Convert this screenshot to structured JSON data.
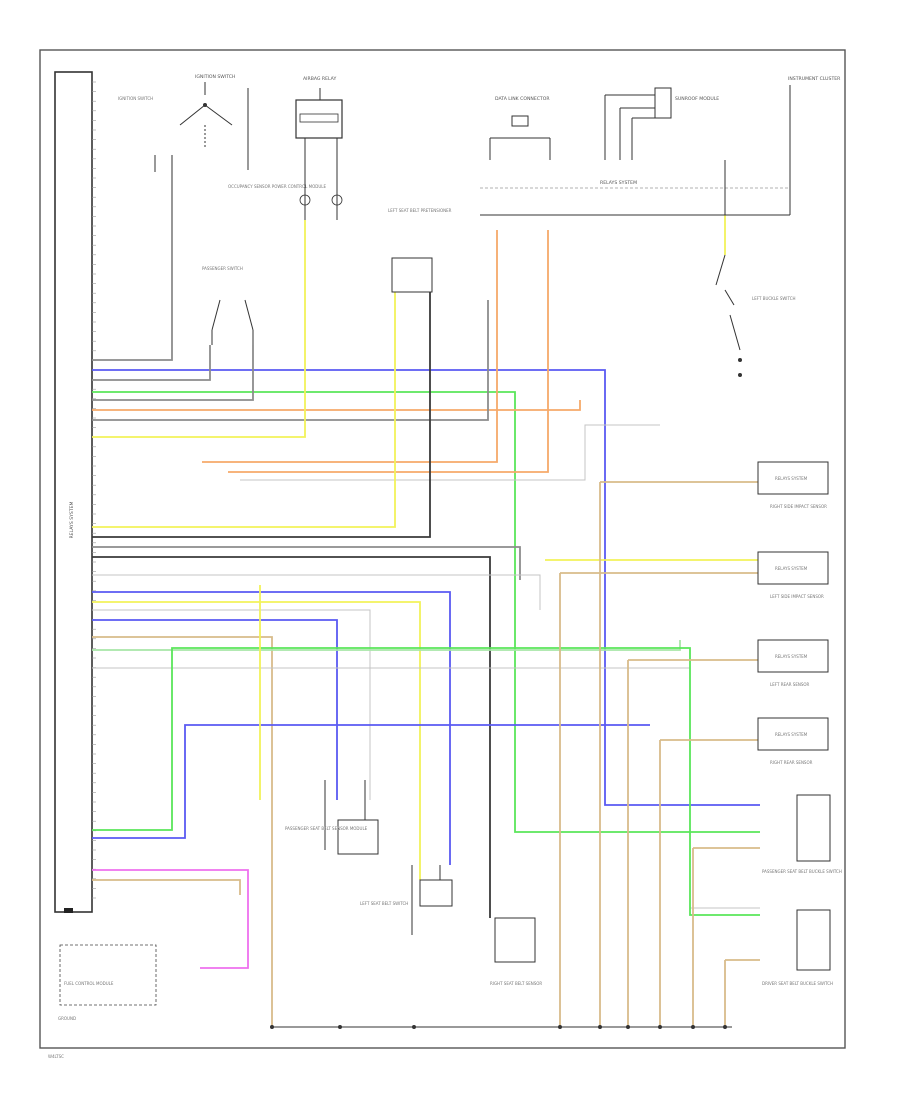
{
  "diagram": {
    "module": {
      "label": "RELAYS SYSTEM",
      "pin_count": 86
    },
    "components": [
      {
        "id": "ignition_switch",
        "label": "IGNITION SWITCH"
      },
      {
        "id": "ignition_run_switch",
        "label": "IGNITION SWITCH"
      },
      {
        "id": "top_relay",
        "label": "AIRBAG RELAY"
      },
      {
        "id": "occupancy_sensor",
        "label": "OCCUPANCY SENSOR POWER CONTROL MODULE"
      },
      {
        "id": "data_link",
        "label": "DATA LINK CONNECTOR"
      },
      {
        "id": "sunroof_module",
        "label": "SUNROOF MODULE"
      },
      {
        "id": "instrument_cluster",
        "label": "INSTRUMENT CLUSTER"
      },
      {
        "id": "lr_pretensioner",
        "label": "LEFT SEAT BELT PRETENSIONER"
      },
      {
        "id": "relays_label",
        "label": "RELAYS SYSTEM"
      },
      {
        "id": "passenger_switch",
        "label": "PASSENGER SWITCH"
      },
      {
        "id": "left_front_switch",
        "label": "LEFT BUCKLE SWITCH"
      },
      {
        "id": "pass_seat_module",
        "label": "PASSENGER SEAT BELT SENSOR MODULE"
      },
      {
        "id": "left_seat_module",
        "label": "LEFT SEAT BELT SWITCH"
      },
      {
        "id": "right_seat_module",
        "label": "RIGHT SEAT BELT SENSOR"
      },
      {
        "id": "fuel_module",
        "label": "FUEL CONTROL MODULE"
      },
      {
        "id": "ground_note",
        "label": "GROUND"
      }
    ],
    "right_modules": [
      {
        "id": "rm1",
        "label": "RELAYS SYSTEM",
        "caption": "RIGHT SIDE IMPACT SENSOR"
      },
      {
        "id": "rm2",
        "label": "RELAYS SYSTEM",
        "caption": "LEFT SIDE IMPACT SENSOR"
      },
      {
        "id": "rm3",
        "label": "RELAYS SYSTEM",
        "caption": "LEFT REAR SENSOR"
      },
      {
        "id": "rm4",
        "label": "RELAYS SYSTEM",
        "caption": "RIGHT REAR SENSOR"
      }
    ],
    "right_buckles": [
      {
        "id": "pass_buckle",
        "caption": "PASSENGER SEAT BELT BUCKLE SWITCH"
      },
      {
        "id": "driver_buckle",
        "caption": "DRIVER SEAT BELT BUCKLE SWITCH"
      }
    ],
    "wire_colors": {
      "black": "#3a3a3a",
      "gray": "#8c8c8c",
      "light_gray": "#c4c4c4",
      "yellow": "#f2f25a",
      "blue": "#5a5af2",
      "green": "#5ae65a",
      "orange": "#f6a96a",
      "tan": "#d8bc8a",
      "pink": "#ee70ee",
      "light_green": "#a8e6a8"
    },
    "footer": "W4LTSC"
  }
}
